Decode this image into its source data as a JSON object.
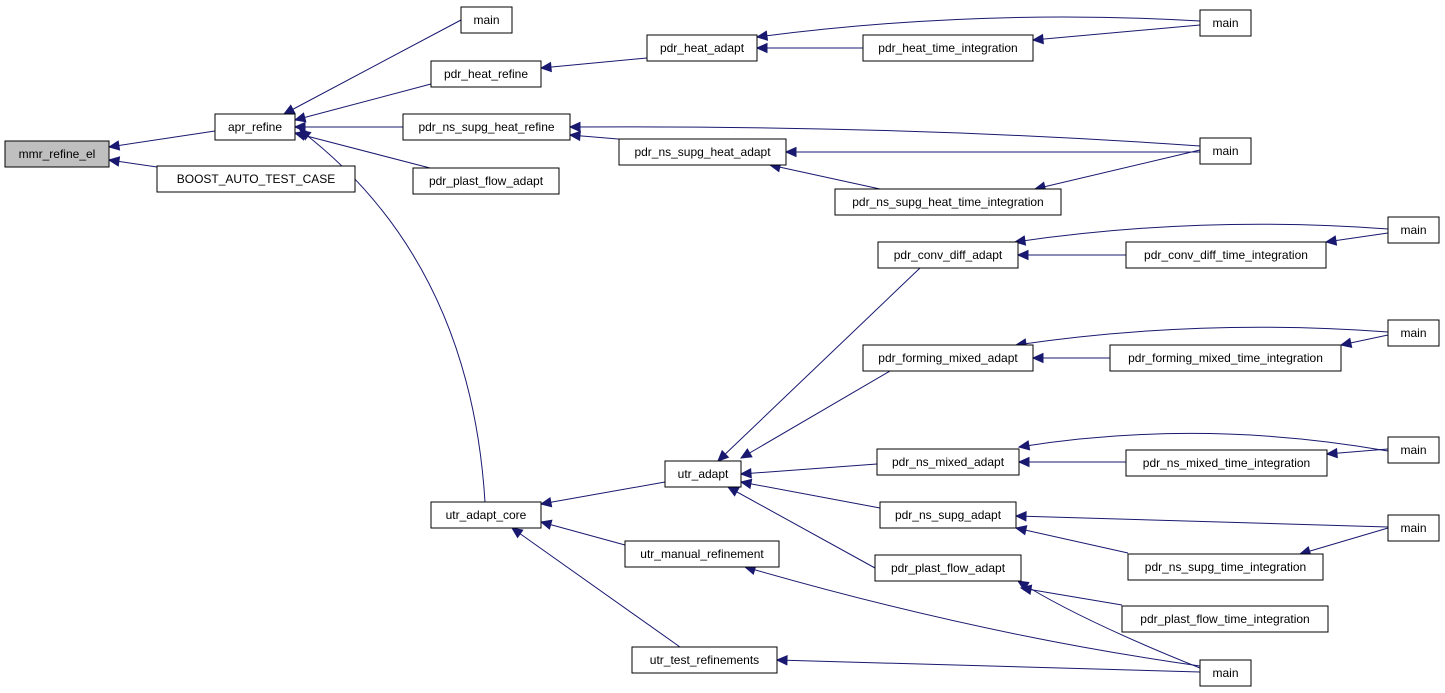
{
  "diagram": {
    "type": "caller-graph",
    "colors": {
      "edge": "#191970",
      "root_fill": "#bfbfbf",
      "node_fill": "#ffffff",
      "node_stroke": "#000000"
    },
    "nodes": [
      {
        "id": "n0",
        "label": "mmr_refine_el",
        "root": true
      },
      {
        "id": "n1",
        "label": "apr_refine"
      },
      {
        "id": "n2",
        "label": "BOOST_AUTO_TEST_CASE"
      },
      {
        "id": "n3",
        "label": "main"
      },
      {
        "id": "n4",
        "label": "pdr_heat_refine"
      },
      {
        "id": "n5",
        "label": "pdr_ns_supg_heat_refine"
      },
      {
        "id": "n6",
        "label": "pdr_plast_flow_adapt"
      },
      {
        "id": "n7",
        "label": "utr_adapt_core"
      },
      {
        "id": "n8",
        "label": "pdr_heat_adapt"
      },
      {
        "id": "n9",
        "label": "pdr_heat_time_integration"
      },
      {
        "id": "n10",
        "label": "main"
      },
      {
        "id": "n11",
        "label": "pdr_ns_supg_heat_adapt"
      },
      {
        "id": "n12",
        "label": "pdr_ns_supg_heat_time_integration"
      },
      {
        "id": "n13",
        "label": "main"
      },
      {
        "id": "n14",
        "label": "utr_adapt"
      },
      {
        "id": "n15",
        "label": "utr_manual_refinement"
      },
      {
        "id": "n16",
        "label": "utr_test_refinements"
      },
      {
        "id": "n17",
        "label": "pdr_conv_diff_adapt"
      },
      {
        "id": "n18",
        "label": "pdr_forming_mixed_adapt"
      },
      {
        "id": "n19",
        "label": "pdr_ns_mixed_adapt"
      },
      {
        "id": "n20",
        "label": "pdr_ns_supg_adapt"
      },
      {
        "id": "n21",
        "label": "pdr_plast_flow_adapt"
      },
      {
        "id": "n22",
        "label": "pdr_conv_diff_time_integration"
      },
      {
        "id": "n23",
        "label": "pdr_forming_mixed_time_integration"
      },
      {
        "id": "n24",
        "label": "pdr_ns_mixed_time_integration"
      },
      {
        "id": "n25",
        "label": "pdr_ns_supg_time_integration"
      },
      {
        "id": "n26",
        "label": "pdr_plast_flow_time_integration"
      },
      {
        "id": "n27",
        "label": "main"
      },
      {
        "id": "n28",
        "label": "main"
      },
      {
        "id": "n29",
        "label": "main"
      },
      {
        "id": "n30",
        "label": "main"
      },
      {
        "id": "n31",
        "label": "main"
      }
    ],
    "edges": [
      {
        "from": "n1",
        "to": "n0"
      },
      {
        "from": "n2",
        "to": "n0"
      },
      {
        "from": "n3",
        "to": "n1"
      },
      {
        "from": "n4",
        "to": "n1"
      },
      {
        "from": "n5",
        "to": "n1"
      },
      {
        "from": "n6",
        "to": "n1"
      },
      {
        "from": "n7",
        "to": "n1"
      },
      {
        "from": "n8",
        "to": "n4"
      },
      {
        "from": "n10",
        "to": "n8"
      },
      {
        "from": "n9",
        "to": "n8"
      },
      {
        "from": "n10",
        "to": "n9"
      },
      {
        "from": "n13",
        "to": "n5"
      },
      {
        "from": "n11",
        "to": "n5"
      },
      {
        "from": "n13",
        "to": "n11"
      },
      {
        "from": "n12",
        "to": "n11"
      },
      {
        "from": "n13",
        "to": "n12"
      },
      {
        "from": "n14",
        "to": "n7"
      },
      {
        "from": "n15",
        "to": "n7"
      },
      {
        "from": "n16",
        "to": "n7"
      },
      {
        "from": "n17",
        "to": "n14"
      },
      {
        "from": "n18",
        "to": "n14"
      },
      {
        "from": "n19",
        "to": "n14"
      },
      {
        "from": "n20",
        "to": "n14"
      },
      {
        "from": "n21",
        "to": "n14"
      },
      {
        "from": "n27",
        "to": "n17"
      },
      {
        "from": "n22",
        "to": "n17"
      },
      {
        "from": "n27",
        "to": "n22"
      },
      {
        "from": "n28",
        "to": "n18"
      },
      {
        "from": "n23",
        "to": "n18"
      },
      {
        "from": "n28",
        "to": "n23"
      },
      {
        "from": "n29",
        "to": "n19"
      },
      {
        "from": "n24",
        "to": "n19"
      },
      {
        "from": "n29",
        "to": "n24"
      },
      {
        "from": "n30",
        "to": "n20"
      },
      {
        "from": "n25",
        "to": "n20"
      },
      {
        "from": "n30",
        "to": "n25"
      },
      {
        "from": "n26",
        "to": "n21"
      },
      {
        "from": "n31",
        "to": "n21"
      },
      {
        "from": "n31",
        "to": "n15"
      },
      {
        "from": "n31",
        "to": "n16"
      }
    ]
  }
}
